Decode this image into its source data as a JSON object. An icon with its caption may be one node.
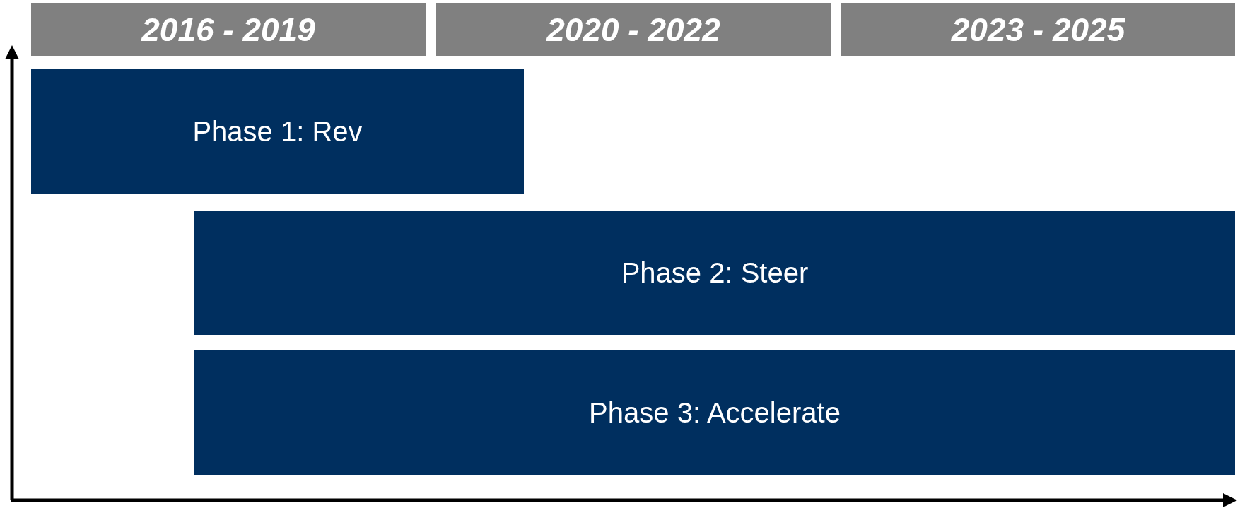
{
  "diagram": {
    "nodes": [
      {
        "text": [
          "2016 - 2019"
        ]
      },
      {
        "text": [
          "2020 - 2022"
        ]
      },
      {
        "text": [
          "2023 - 2025"
        ]
      },
      {
        "text": [
          "Phase 1: Rev"
        ]
      },
      {
        "text": [
          "Phase 2: Steer"
        ]
      },
      {
        "text": [
          "Phase 3: Accelerate"
        ]
      }
    ]
  }
}
